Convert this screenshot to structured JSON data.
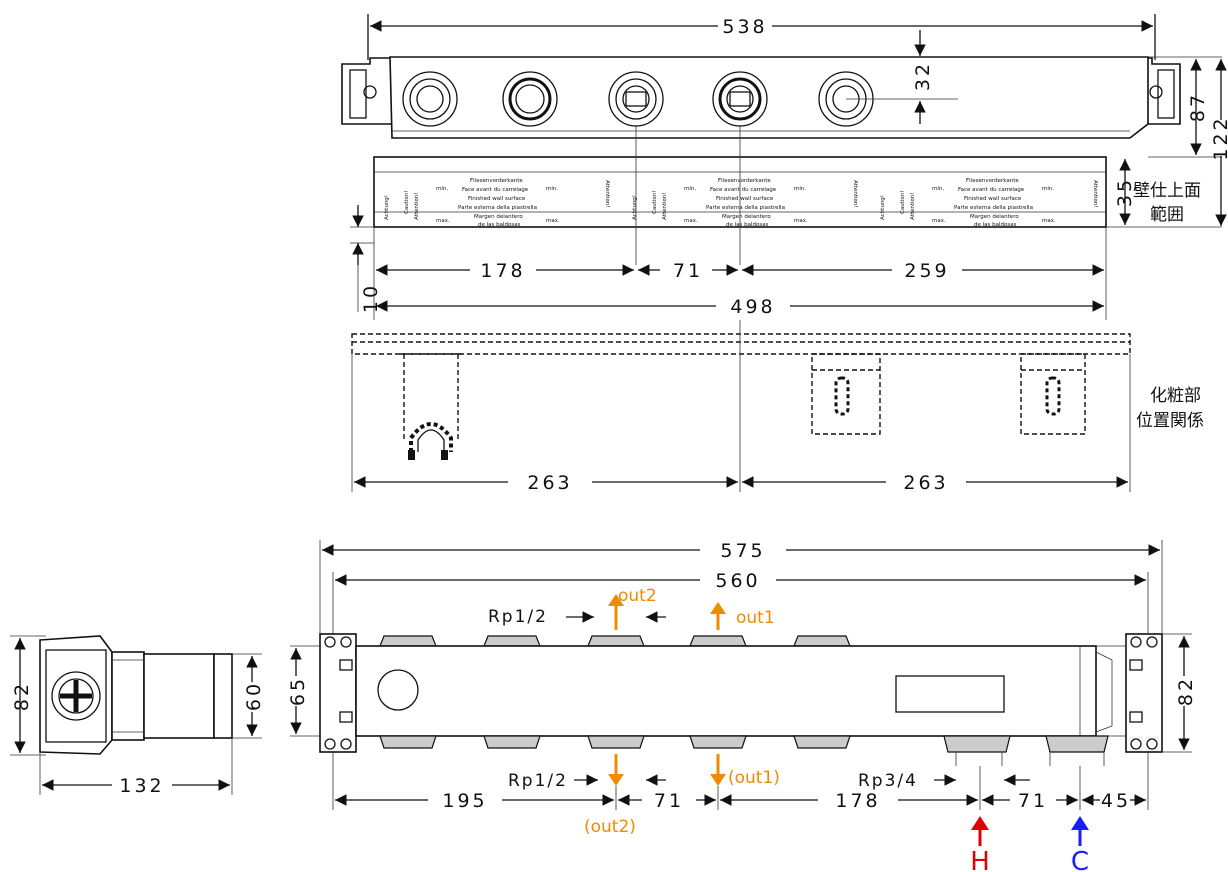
{
  "top_view": {
    "dims": {
      "width_total": "538",
      "outlet_offset": "32",
      "height_upper": "87",
      "height_total": "122",
      "wall_range_height": "35",
      "wall_offset": "10",
      "seg_left": "178",
      "seg_mid": "71",
      "seg_right": "259",
      "total_lower": "498"
    },
    "wall_surface_label_line1": "壁仕上面",
    "wall_surface_label_line2": "範囲",
    "plate_text": {
      "warn_de": "Achtung!",
      "warn_en": "Caution!",
      "warn_fr": "Attention!",
      "line1": "Fliesenvorderkante",
      "line2": "Face avant du carrelage",
      "line3": "Finished wall surface",
      "line4": "Parte esterna della piastrella",
      "line5": "Margen delantero",
      "line6": "de las baldosas",
      "min": "min.",
      "max": "max."
    }
  },
  "cover_view": {
    "label_line1": "化粧部",
    "label_line2": "位置関係",
    "dims": {
      "left": "263",
      "right": "263"
    }
  },
  "front_view": {
    "dims": {
      "total": "575",
      "inner": "560",
      "height_left": "65",
      "height_right": "82",
      "seg1": "195",
      "seg2": "71",
      "seg3": "178",
      "seg4": "71",
      "seg5": "45"
    },
    "labels": {
      "rp_top": "Rp1/2",
      "rp_bottom": "Rp1/2",
      "rp_34": "Rp3/4",
      "out2_top": "out2",
      "out1_top": "out1",
      "out2_bottom": "(out2)",
      "out1_bottom": "(out1)",
      "hot": "H",
      "cold": "C"
    },
    "colors": {
      "outlet": "#f08a00",
      "hot": "#e00000",
      "cold": "#1a1aff"
    }
  },
  "side_view": {
    "dims": {
      "height": "82",
      "inner": "60",
      "depth": "132"
    }
  }
}
